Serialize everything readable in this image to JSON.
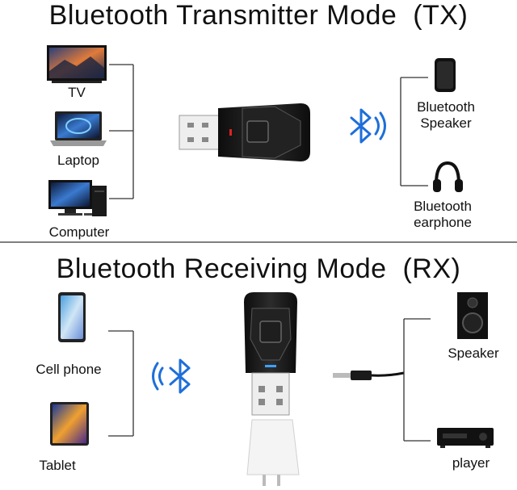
{
  "tx": {
    "title": "Bluetooth Transmitter Mode  (TX)",
    "sources": [
      {
        "label": "TV",
        "icon": "tv-icon"
      },
      {
        "label": "Laptop",
        "icon": "laptop-icon"
      },
      {
        "label": "Computer",
        "icon": "computer-icon"
      }
    ],
    "outputs": [
      {
        "label": "Bluetooth\nSpeaker",
        "icon": "speaker-icon"
      },
      {
        "label": "Bluetooth\nearphone",
        "icon": "headphones-icon"
      }
    ]
  },
  "rx": {
    "title": "Bluetooth Receiving Mode  (RX)",
    "sources": [
      {
        "label": "Cell phone",
        "icon": "phone-icon"
      },
      {
        "label": "Tablet",
        "icon": "tablet-icon"
      }
    ],
    "outputs": [
      {
        "label": "Speaker",
        "icon": "bookshelf-speaker-icon"
      },
      {
        "label": "player",
        "icon": "media-player-icon"
      }
    ]
  },
  "colors": {
    "bluetooth": "#1e6fd9",
    "divider": "#555555",
    "line": "#333333",
    "dongle": "#1a1a1a"
  }
}
